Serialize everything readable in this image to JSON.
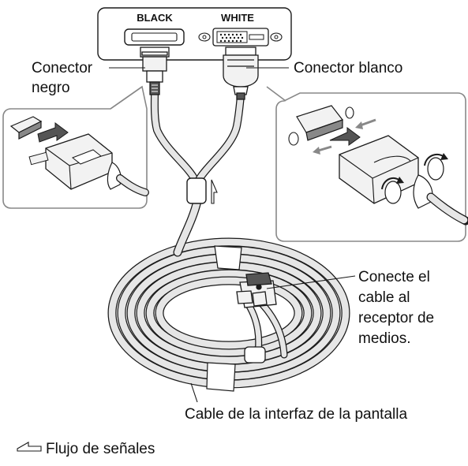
{
  "panel": {
    "black_label": "BLACK",
    "white_label": "WHITE"
  },
  "callouts": {
    "black_connector": [
      "Conector",
      "negro"
    ],
    "white_connector": "Conector blanco",
    "connect_receiver": [
      "Conecte el",
      "cable al",
      "receptor de",
      "medios."
    ]
  },
  "cable_caption": "Cable de la interfaz de la pantalla",
  "legend": {
    "signal_flow": "Flujo de señales",
    "icon": "signal-flow-arrow-icon"
  },
  "colors": {
    "line": "#1a1a1a",
    "cable_fill": "#e6e6e6",
    "metal_fill": "#f2f2f2",
    "dark_fill": "#555555",
    "shadow_fill": "#888888"
  }
}
